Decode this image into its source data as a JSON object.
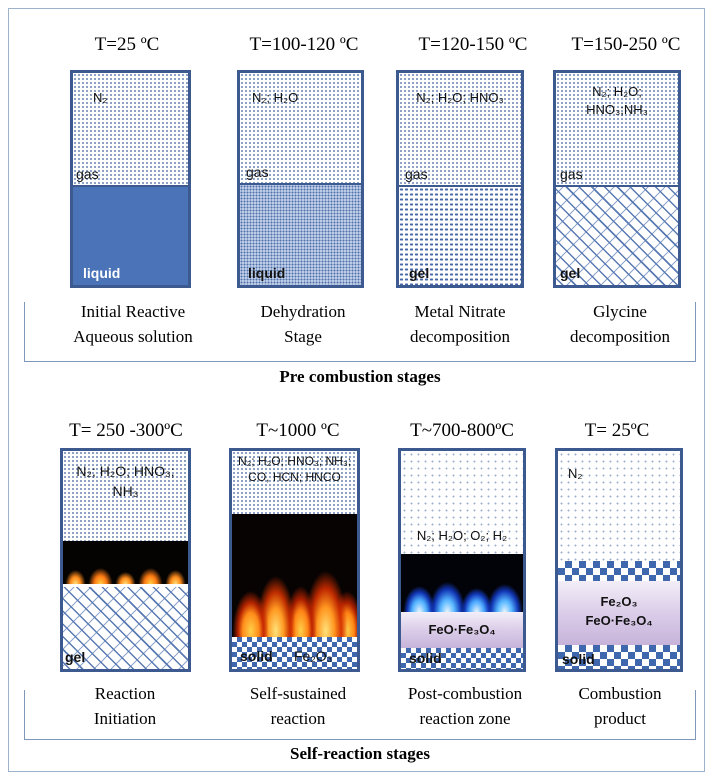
{
  "pre": {
    "temps": [
      "T=25 ºC",
      "T=100-120 ºC",
      "T=120-150 ºC",
      "T=150-250 ºC"
    ],
    "gases": [
      "N₂",
      "N₂; H₂O",
      "N₂; H₂O; HNO₃",
      "N₂; H₂O; HNO₃;NH₃"
    ],
    "gas_tag": "gas",
    "bottom_tags": [
      "liquid",
      "liquid",
      "gel",
      "gel"
    ],
    "captions": [
      [
        "Initial Reactive",
        "Aqueous solution"
      ],
      [
        "Dehydration",
        "Stage"
      ],
      [
        "Metal Nitrate",
        "decomposition"
      ],
      [
        "Glycine",
        "decomposition"
      ]
    ],
    "label": "Pre combustion stages"
  },
  "self": {
    "temps": [
      "T= 250 -300ºC",
      "T~1000 ºC",
      "T~700-800ºC",
      "T= 25ºC"
    ],
    "gases": [
      "N₂; H₂O; HNO₃; NH₃",
      "N₂; H₂O; HNO₃; NH₃; CO, HCN; HNCO",
      "N₂; H₂O; O₂; H₂",
      "N₂"
    ],
    "bottom_tags": [
      "gel",
      "solid",
      "solid",
      "solid"
    ],
    "solid_extra": "Fe₂O₃",
    "band_c": "FeO·Fe₃O₄",
    "band_d": [
      "Fe₂O₃",
      "FeO·Fe₃O₄"
    ],
    "captions": [
      [
        "Reaction",
        "Initiation"
      ],
      [
        "Self-sustained",
        "reaction"
      ],
      [
        "Post-combustion",
        "reaction zone"
      ],
      [
        "Combustion",
        "product"
      ]
    ],
    "label": "Self-reaction stages"
  }
}
